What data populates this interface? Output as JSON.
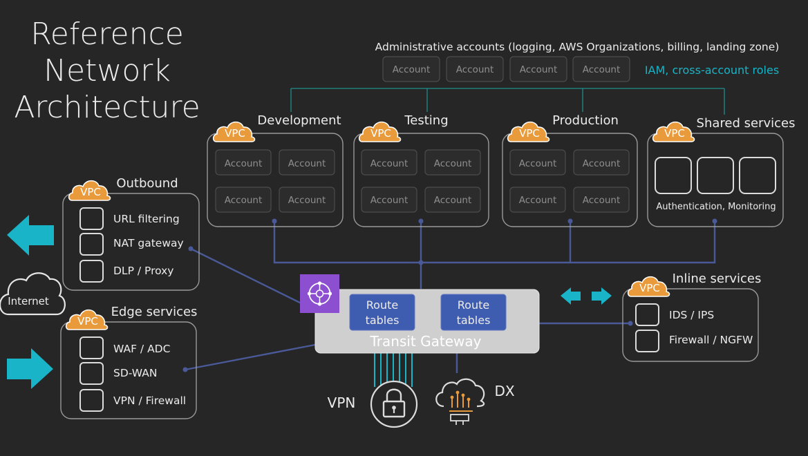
{
  "title": {
    "line1": "Reference",
    "line2": "Network",
    "line3": "Architecture"
  },
  "vpc_label": "VPC",
  "admin": {
    "label": "Administrative accounts (logging, AWS Organizations, billing, landing zone)",
    "accounts": [
      "Account",
      "Account",
      "Account",
      "Account"
    ],
    "iam_label": "IAM, cross-account roles"
  },
  "groups": {
    "development": {
      "name": "Development",
      "accounts": [
        "Account",
        "Account",
        "Account",
        "Account"
      ]
    },
    "testing": {
      "name": "Testing",
      "accounts": [
        "Account",
        "Account",
        "Account",
        "Account"
      ]
    },
    "production": {
      "name": "Production",
      "accounts": [
        "Account",
        "Account",
        "Account",
        "Account"
      ]
    },
    "shared": {
      "name": "Shared services",
      "caption": "Authentication, Monitoring"
    }
  },
  "outbound": {
    "name": "Outbound",
    "items": [
      "URL filtering",
      "NAT gateway",
      "DLP / Proxy"
    ]
  },
  "edge": {
    "name": "Edge services",
    "items": [
      "WAF / ADC",
      "SD-WAN",
      "VPN / Firewall"
    ]
  },
  "inline": {
    "name": "Inline services",
    "items": [
      "IDS / IPS",
      "Firewall / NGFW"
    ]
  },
  "internet_label": "Internet",
  "transit": {
    "label": "Transit Gateway",
    "route_tables": [
      {
        "line1": "Route",
        "line2": "tables"
      },
      {
        "line1": "Route",
        "line2": "tables"
      }
    ]
  },
  "vpn_label": "VPN",
  "dx_label": "DX",
  "colors": {
    "background": "#262626",
    "accent_orange": "#e99a3b",
    "teal": "#19b4c8",
    "connector": "#4a5a99",
    "transit_gateway": "#8c4fd0"
  }
}
